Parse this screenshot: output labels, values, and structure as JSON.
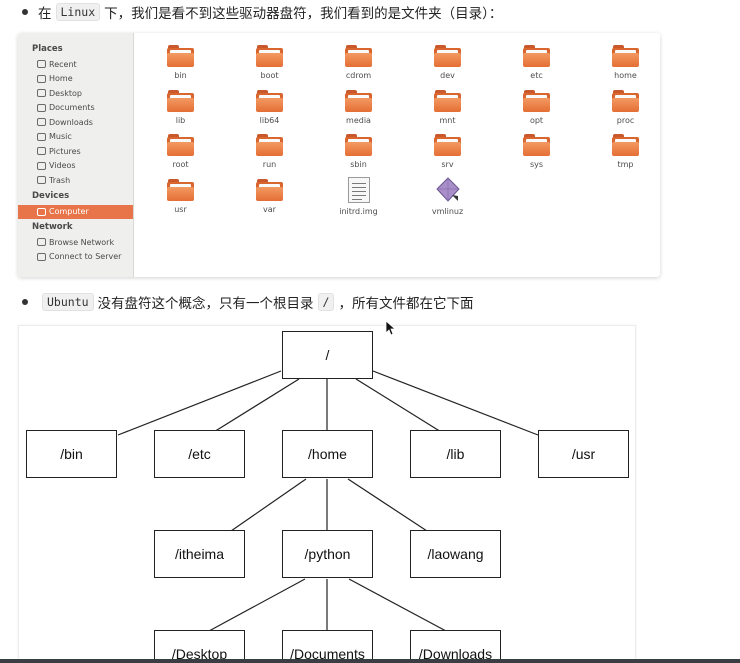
{
  "bullet1": {
    "prefix": "在",
    "code": "Linux",
    "suffix": "下，我们是看不到这些驱动器盘符，我们看到的是文件夹（目录）："
  },
  "file_manager": {
    "sidebar": {
      "places_label": "Places",
      "places": [
        {
          "label": "Recent",
          "icon": "clock-icon"
        },
        {
          "label": "Home",
          "icon": "home-icon"
        },
        {
          "label": "Desktop",
          "icon": "desktop-icon"
        },
        {
          "label": "Documents",
          "icon": "document-icon"
        },
        {
          "label": "Downloads",
          "icon": "download-icon"
        },
        {
          "label": "Music",
          "icon": "music-icon"
        },
        {
          "label": "Pictures",
          "icon": "camera-icon"
        },
        {
          "label": "Videos",
          "icon": "film-icon"
        },
        {
          "label": "Trash",
          "icon": "trash-icon"
        }
      ],
      "devices_label": "Devices",
      "devices": [
        {
          "label": "Computer",
          "icon": "computer-icon",
          "active": true
        }
      ],
      "network_label": "Network",
      "network": [
        {
          "label": "Browse Network",
          "icon": "network-icon"
        },
        {
          "label": "Connect to Server",
          "icon": "server-icon"
        }
      ]
    },
    "items": [
      {
        "name": "bin",
        "type": "folder"
      },
      {
        "name": "boot",
        "type": "folder"
      },
      {
        "name": "cdrom",
        "type": "folder"
      },
      {
        "name": "dev",
        "type": "folder"
      },
      {
        "name": "etc",
        "type": "folder"
      },
      {
        "name": "home",
        "type": "folder"
      },
      {
        "name": "lib",
        "type": "folder"
      },
      {
        "name": "lib64",
        "type": "folder"
      },
      {
        "name": "media",
        "type": "folder"
      },
      {
        "name": "mnt",
        "type": "folder"
      },
      {
        "name": "opt",
        "type": "folder"
      },
      {
        "name": "proc",
        "type": "folder"
      },
      {
        "name": "root",
        "type": "folder"
      },
      {
        "name": "run",
        "type": "folder"
      },
      {
        "name": "sbin",
        "type": "folder"
      },
      {
        "name": "srv",
        "type": "folder"
      },
      {
        "name": "sys",
        "type": "folder"
      },
      {
        "name": "tmp",
        "type": "folder"
      },
      {
        "name": "usr",
        "type": "folder"
      },
      {
        "name": "var",
        "type": "folder"
      },
      {
        "name": "initrd.img",
        "type": "file"
      },
      {
        "name": "vmlinuz",
        "type": "binary"
      }
    ],
    "accent_color": "#e8744a",
    "folder_color": "#e56e34"
  },
  "bullet2": {
    "code1": "Ubuntu",
    "text1": "没有盘符这个概念，只有一个根目录",
    "code2": "/",
    "text2": "，所有文件都在它下面"
  },
  "tree": {
    "root": "/",
    "level1": [
      "/bin",
      "/etc",
      "/home",
      "/lib",
      "/usr"
    ],
    "level2": [
      "/itheima",
      "/python",
      "/laowang"
    ],
    "level3": [
      "/Desktop",
      "/Documents",
      "/Downloads"
    ]
  }
}
